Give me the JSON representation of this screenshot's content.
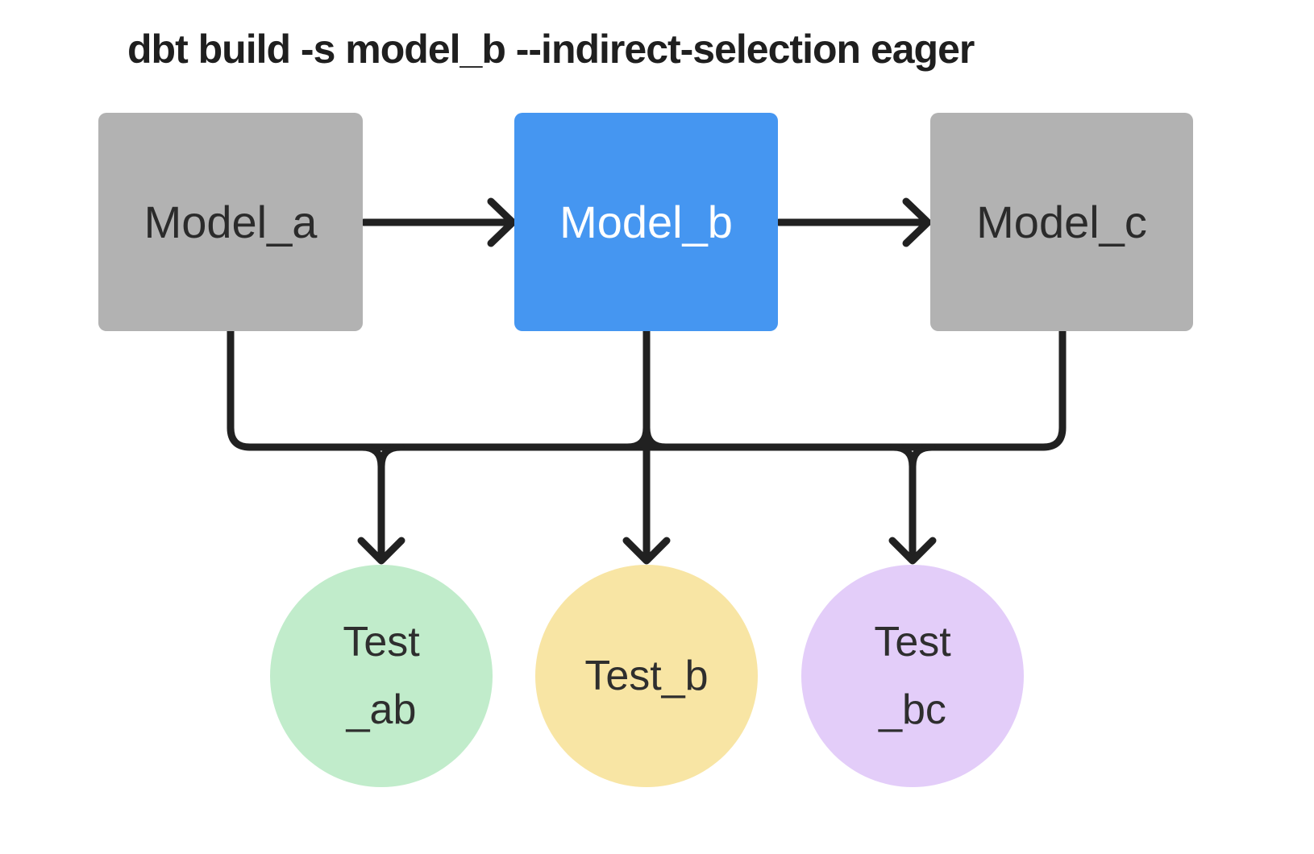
{
  "title": "dbt build -s model_b --indirect-selection eager",
  "colors": {
    "background": "#ffffff",
    "line": "#212121",
    "title_text": "#1f1f1f",
    "model_default_fill": "#b2b2b2",
    "model_default_text": "#2b2b2b",
    "model_selected_fill": "#4596f1",
    "model_selected_text": "#ffffff",
    "test_ab_fill": "#c1eccb",
    "test_b_fill": "#f8e5a4",
    "test_bc_fill": "#e3cdf9",
    "test_text": "#2e2e2e"
  },
  "models": [
    {
      "id": "model_a",
      "label": "Model_a",
      "state": "unselected"
    },
    {
      "id": "model_b",
      "label": "Model_b",
      "state": "selected"
    },
    {
      "id": "model_c",
      "label": "Model_c",
      "state": "unselected"
    }
  ],
  "tests": [
    {
      "id": "test_ab",
      "line1": "Test",
      "line2": "_ab"
    },
    {
      "id": "test_b",
      "line1": "Test_b"
    },
    {
      "id": "test_bc",
      "line1": "Test",
      "line2": "_bc"
    }
  ],
  "edges": [
    {
      "from": "model_a",
      "to": "model_b"
    },
    {
      "from": "model_b",
      "to": "model_c"
    },
    {
      "from": "model_a",
      "to": "test_ab"
    },
    {
      "from": "model_b",
      "to": "test_ab"
    },
    {
      "from": "model_b",
      "to": "test_b"
    },
    {
      "from": "model_b",
      "to": "test_bc"
    },
    {
      "from": "model_c",
      "to": "test_bc"
    }
  ]
}
